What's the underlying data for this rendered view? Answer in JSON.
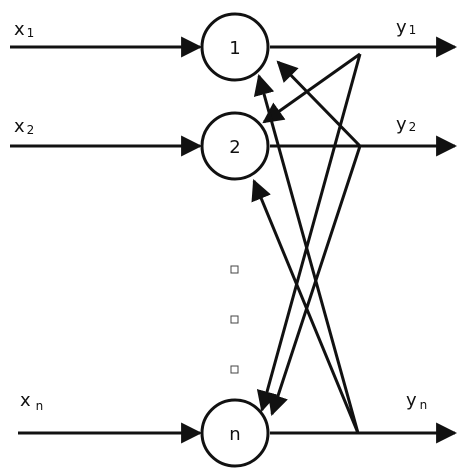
{
  "diagram": {
    "title": "",
    "stroke_color": "#111111",
    "background": "#ffffff",
    "inputs": [
      {
        "main": "x",
        "sub": "1"
      },
      {
        "main": "x",
        "sub": "2"
      },
      {
        "main": "x",
        "sub": "n"
      }
    ],
    "outputs": [
      {
        "main": "y",
        "sub": "1"
      },
      {
        "main": "y",
        "sub": "2"
      },
      {
        "main": "y",
        "sub": "n"
      }
    ],
    "nodes": [
      {
        "label": "1"
      },
      {
        "label": "2"
      },
      {
        "label": "n"
      }
    ],
    "ellipsis_dots": 3
  }
}
